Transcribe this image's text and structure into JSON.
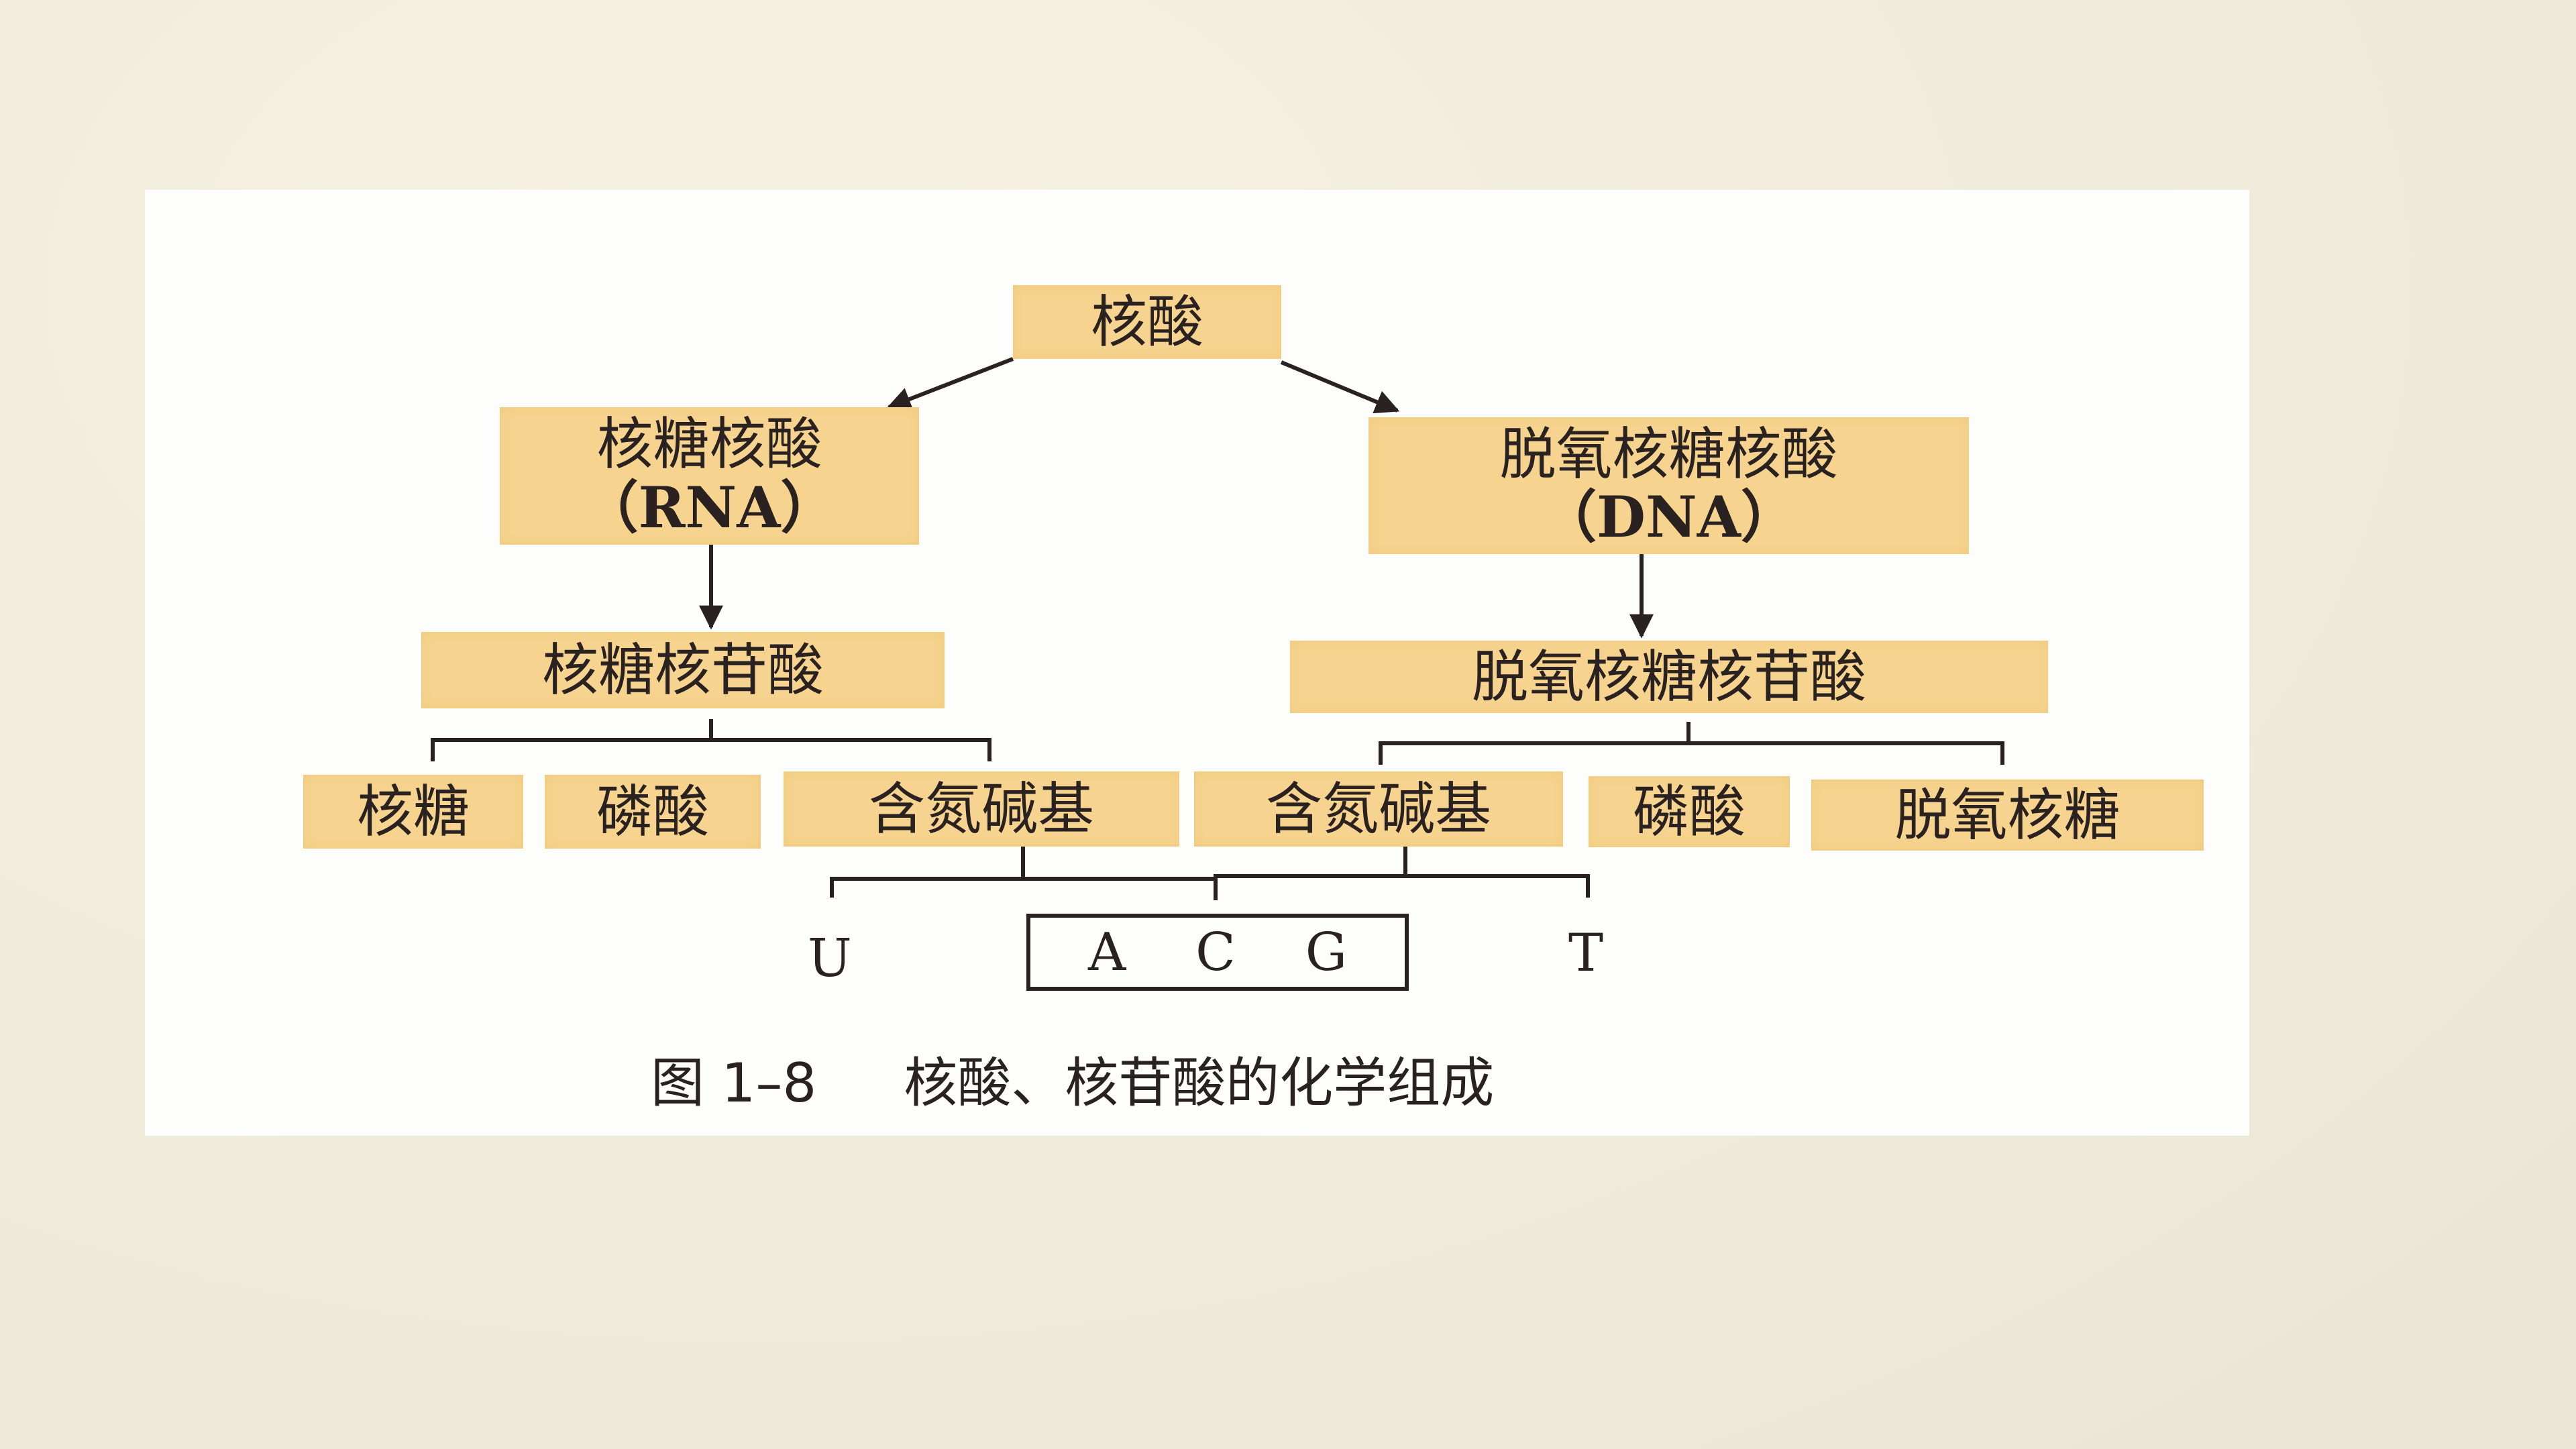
{
  "diagram": {
    "root": {
      "label": "核酸"
    },
    "rna": {
      "name": "核糖核酸",
      "abbr": "（RNA）"
    },
    "dna": {
      "name": "脱氧核糖核酸",
      "abbr": "（DNA）"
    },
    "rna_nucleotide": {
      "label": "核糖核苷酸"
    },
    "dna_nucleotide": {
      "label": "脱氧核糖核苷酸"
    },
    "rna_components": [
      {
        "label": "核糖"
      },
      {
        "label": "磷酸"
      },
      {
        "label": "含氮碱基"
      }
    ],
    "dna_components": [
      {
        "label": "含氮碱基"
      },
      {
        "label": "磷酸"
      },
      {
        "label": "脱氧核糖"
      }
    ],
    "bases": {
      "rna_only": "U",
      "shared": [
        "A",
        "C",
        "G"
      ],
      "dna_only": "T"
    },
    "caption": {
      "number": "图 1–8",
      "text": "核酸、核苷酸的化学组成"
    },
    "colors": {
      "box_fill": "#f6d48f",
      "line": "#2a2220",
      "slide_background": "#f2eedb",
      "panel_background": "#fdfdfb"
    }
  }
}
